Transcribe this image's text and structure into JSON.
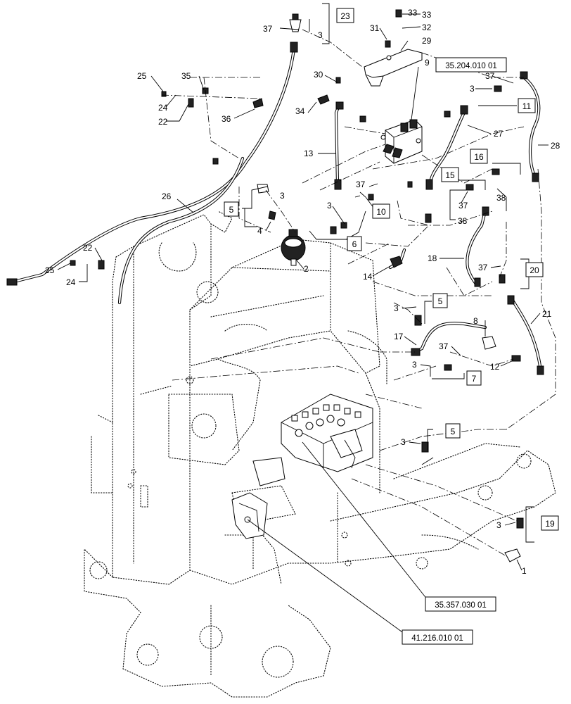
{
  "reference_labels": [
    "35.204.010 01",
    "35.357.030 01",
    "41.216.010 01"
  ],
  "callouts": {
    "c1": "1",
    "c2": "2",
    "c3": "3",
    "c4": "4",
    "c5": "5",
    "c6": "6",
    "c7": "7",
    "c8": "8",
    "c9": "9",
    "c10": "10",
    "c11": "11",
    "c12": "12",
    "c13": "13",
    "c14": "14",
    "c15": "15",
    "c16": "16",
    "c17": "17",
    "c18": "18",
    "c19": "19",
    "c20": "20",
    "c21": "21",
    "c22": "22",
    "c23": "23",
    "c24": "24",
    "c25": "25",
    "c26": "26",
    "c27": "27",
    "c28": "28",
    "c29": "29",
    "c30": "30",
    "c31": "31",
    "c32": "32",
    "c33": "33",
    "c34": "34",
    "c35": "35",
    "c36": "36",
    "c37": "37",
    "c38": "38"
  }
}
